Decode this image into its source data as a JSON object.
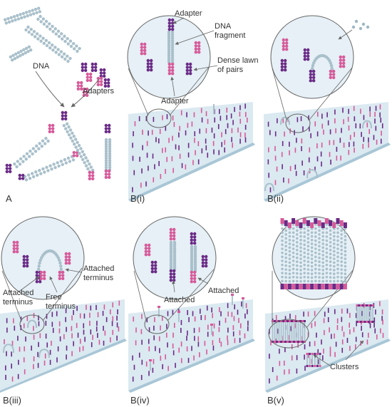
{
  "colors": {
    "strand": "#a9c0cb",
    "purple": "#6a2a86",
    "pink": "#d65a9a",
    "lawn": "#dbe9f1",
    "lawn_edge": "#a8c6d6",
    "lens_fill": "#e6f0f6",
    "line": "#666666",
    "text": "#333333"
  },
  "panels": {
    "a": {
      "letter": "A",
      "dna_label": "DNA",
      "adapters_label": "Adapters"
    },
    "b1": {
      "letter": "B(i)",
      "adapter_top": "Adapter",
      "dna_fragment_1": "DNA",
      "dna_fragment_2": "fragment",
      "lawn_1": "Dense lawn",
      "lawn_2": "of pairs",
      "adapter_bottom": "Adapter"
    },
    "b2": {
      "letter": "B(ii)"
    },
    "b3": {
      "letter": "B(iii)",
      "attached_left_1": "Attached",
      "attached_left_2": "terminus",
      "free_1": "Free",
      "free_2": "terminus",
      "attached_right_1": "Attached",
      "attached_right_2": "terminus"
    },
    "b4": {
      "letter": "B(iv)",
      "attached_1": "Attached",
      "attached_2": "Attached"
    },
    "b5": {
      "letter": "B(v)",
      "clusters": "Clusters"
    }
  }
}
